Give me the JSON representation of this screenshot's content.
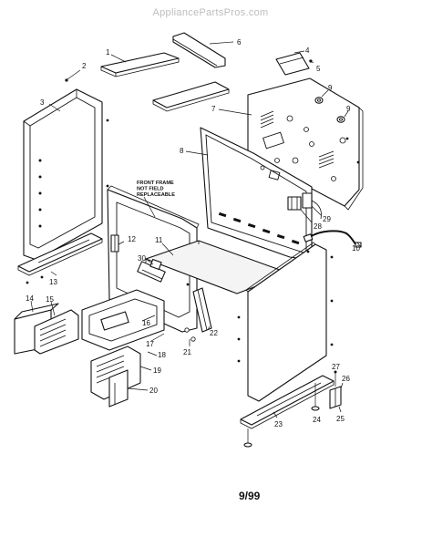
{
  "watermark": "AppliancePartsPros.com",
  "note": {
    "line1": "FRONT FRAME",
    "line2": "NOT FIELD",
    "line3": "REPLACEABLE"
  },
  "date_code": "9/99",
  "part_numbers": {
    "p1": "1",
    "p2": "2",
    "p3": "3",
    "p4": "4",
    "p5": "5",
    "p6": "6",
    "p7": "7",
    "p8": "8",
    "p9a": "9",
    "p9b": "9",
    "p10": "10",
    "p11": "11",
    "p12": "12",
    "p13": "13",
    "p14": "14",
    "p15": "15",
    "p16": "16",
    "p17": "17",
    "p18": "18",
    "p19": "19",
    "p20": "20",
    "p21": "21",
    "p22": "22",
    "p23": "23",
    "p24": "24",
    "p25": "25",
    "p26": "26",
    "p27": "27",
    "p28": "28",
    "p29": "29",
    "p30": "30"
  }
}
